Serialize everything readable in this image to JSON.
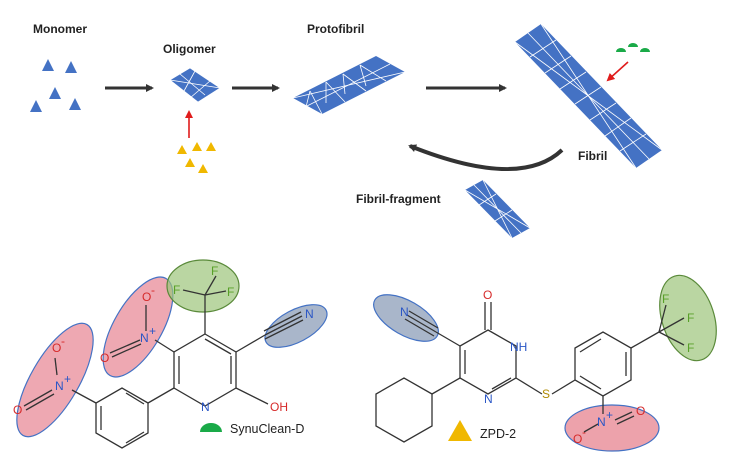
{
  "stages": {
    "monomer": "Monomer",
    "oligomer": "Oligomer",
    "protofibril": "Protofibril",
    "fibril": "Fibril",
    "fibril_fragment": "Fibril-fragment"
  },
  "colors": {
    "protein": "#4472c4",
    "zpd2": "#f0b800",
    "synuclean": "#1aaa48",
    "arrow_red": "#e01c1c",
    "arrow_dark": "#333333",
    "nitro_fill": "#e57a88",
    "cf3_fill": "#9cc47a",
    "cn_fill": "#8c9db8",
    "nitrogen": "#2a56c6",
    "oxygen": "#d62a2a",
    "fluorine": "#58a028",
    "sulfur": "#b08a00"
  },
  "legend": {
    "synuclean_label": "SynuClean-D",
    "zpd2_label": "ZPD-2"
  },
  "atoms": {
    "synuclean": {
      "nitro1_o_minus": "O",
      "nitro1_o_minus_charge": "-",
      "nitro1_n_plus": "N",
      "nitro1_n_plus_charge": "+",
      "nitro1_o": "O",
      "nitro2_o_minus": "O",
      "nitro2_o_minus_charge": "-",
      "nitro2_n_plus": "N",
      "nitro2_n_plus_charge": "+",
      "nitro2_o": "O",
      "f1": "F",
      "f2": "F",
      "f3": "F",
      "nitrile_n": "N",
      "ring_n": "N",
      "oh": "OH"
    },
    "zpd2": {
      "nitrile_n": "N",
      "carbonyl_o": "O",
      "nh": "NH",
      "ring_n": "N",
      "s": "S",
      "f1": "F",
      "f2": "F",
      "f3": "F",
      "nitro_o_minus": "O",
      "nitro_o_minus_charge": "-",
      "nitro_n_plus": "N",
      "nitro_n_plus_charge": "+",
      "nitro_o": "O"
    }
  }
}
